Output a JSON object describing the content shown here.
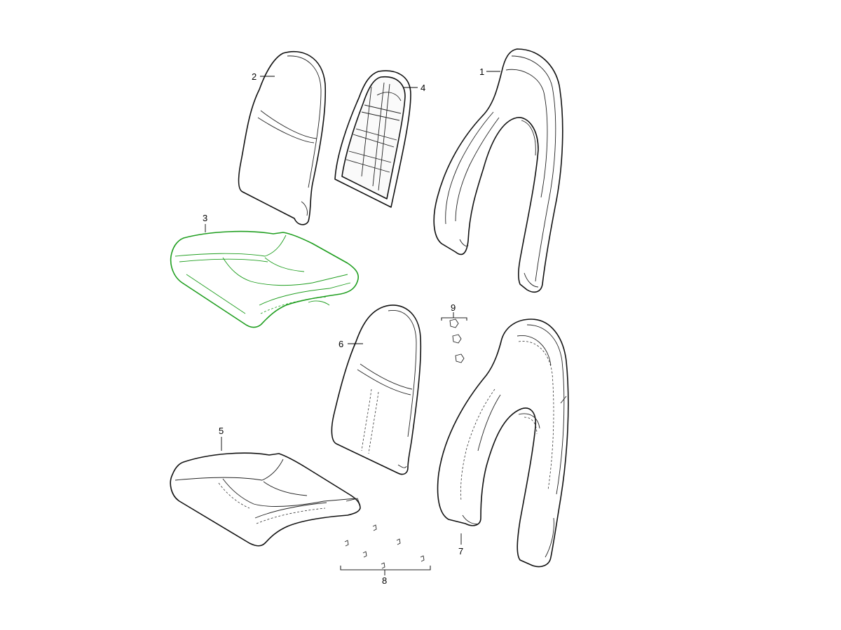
{
  "diagram": {
    "callouts": {
      "c1": "1",
      "c2": "2",
      "c3": "3",
      "c4": "4",
      "c5": "5",
      "c6": "6",
      "c7": "7",
      "c8": "8",
      "c9": "9"
    },
    "highlight_color": "#1f9e1f",
    "line_color": "#111111",
    "highlighted_part": "3"
  }
}
